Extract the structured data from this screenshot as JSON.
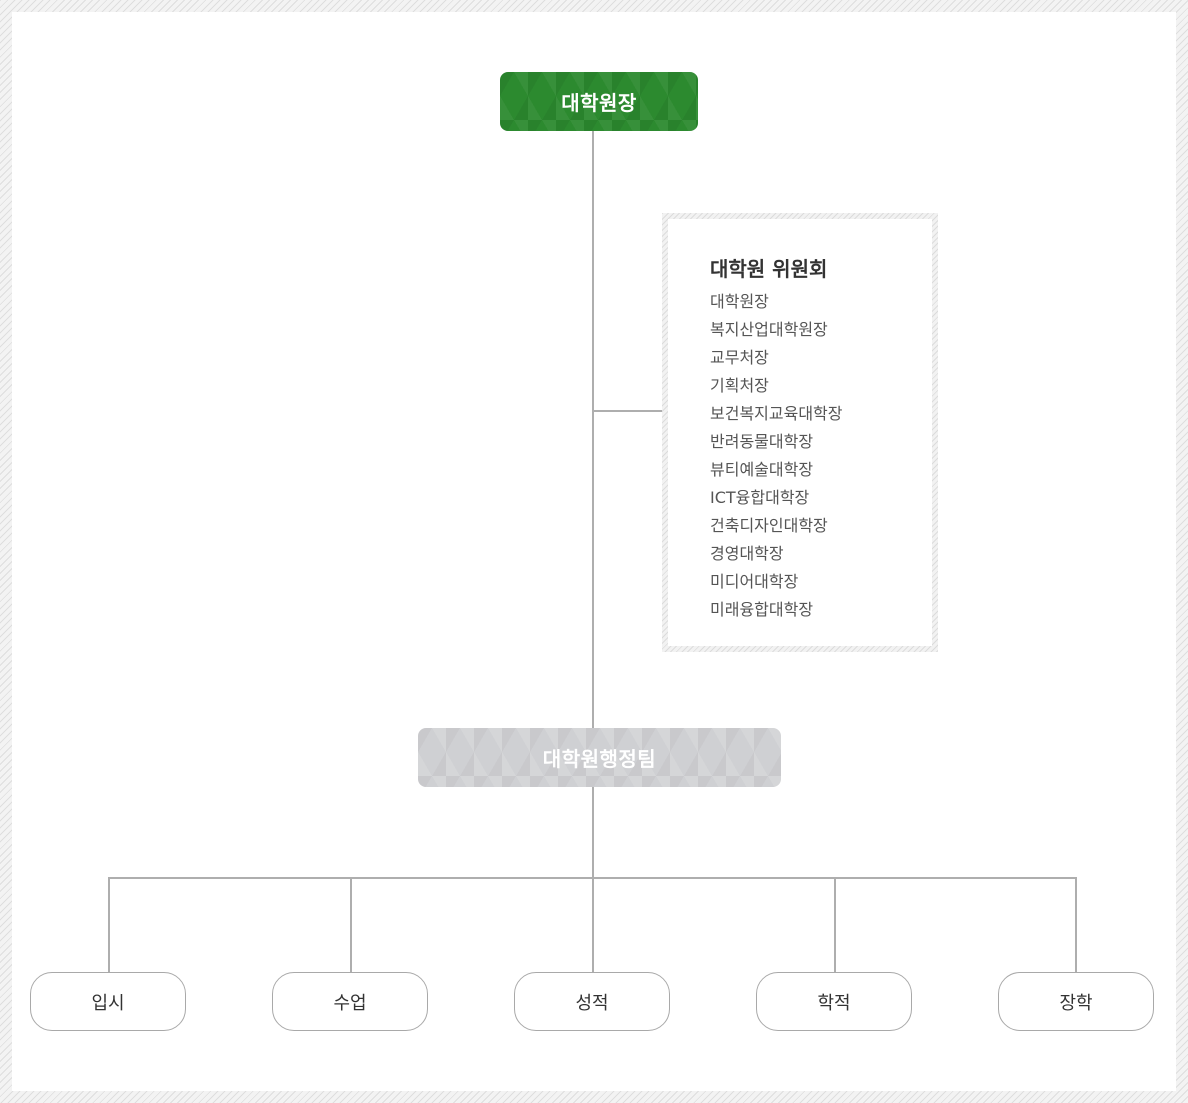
{
  "diagram": {
    "head": {
      "label": "대학원장"
    },
    "committee": {
      "title": "대학원 위원회",
      "members": [
        "대학원장",
        "복지산업대학원장",
        "교무처장",
        "기획처장",
        "보건복지교육대학장",
        "반려동물대학장",
        "뷰티예술대학장",
        "ICT융합대학장",
        "건축디자인대학장",
        "경영대학장",
        "미디어대학장",
        "미래융합대학장"
      ]
    },
    "admin_team": {
      "label": "대학원행정팀"
    },
    "units": [
      "입시",
      "수업",
      "성적",
      "학적",
      "장학"
    ]
  },
  "colors": {
    "head_fill": "#2c8a2f",
    "admin_fill": "#cfd0d3",
    "connector": "#aeaeae"
  }
}
